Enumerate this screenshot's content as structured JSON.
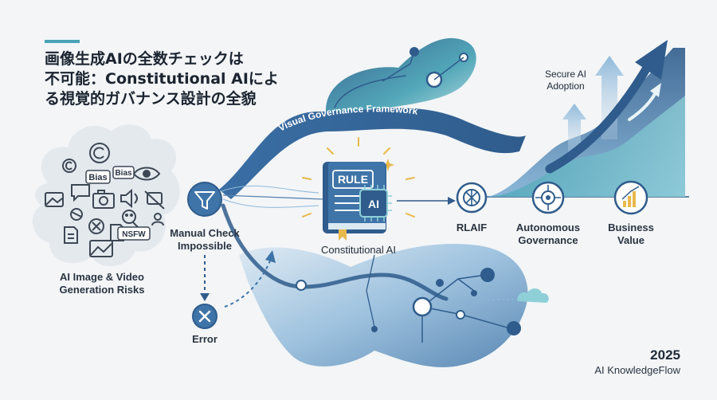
{
  "title": {
    "line1": "画像生成AIの全数チェックは",
    "line2": "不可能：Constitutional AIによ",
    "line3": "る視覚的ガバナンス設計の全貌"
  },
  "risk_cloud": {
    "badge_bias_1": "Bias",
    "badge_bias_2": "Bias",
    "badge_nsfw": "NSFW",
    "label_line1": "AI Image & Video",
    "label_line2": "Generation Risks"
  },
  "filter": {
    "label_line1": "Manual Check",
    "label_line2": "Impossible"
  },
  "error": {
    "label": "Error"
  },
  "framework_ribbon": "Visual Governance Framework",
  "book": {
    "rule_label": "RULE",
    "chip_label": "AI",
    "caption": "Constitutional AI"
  },
  "stages": {
    "rlaif": "RLAIF",
    "autonomous_line1": "Autonomous",
    "autonomous_line2": "Governance",
    "business_line1": "Business",
    "business_line2": "Value"
  },
  "secure": {
    "line1": "Secure AI",
    "line2": "Adoption"
  },
  "brand": {
    "year": "2025",
    "name": "AI KnowledgeFlow"
  },
  "colors": {
    "navy": "#2f5c8c",
    "blue": "#3f74a8",
    "teal": "#4aa3b5",
    "light_blue": "#8fb9da",
    "gold": "#e8b84a",
    "text": "#1b2430"
  },
  "icons": [
    "copyright-icon",
    "eye-icon",
    "image-icon",
    "camera-icon",
    "chat-icon",
    "speaker-icon",
    "face-icon",
    "no-camera-icon",
    "document-icon",
    "close-icon",
    "funnel-icon",
    "error-x-icon",
    "book-icon",
    "chip-icon",
    "network-icon",
    "target-icon",
    "bar-chart-icon",
    "cloud-icon",
    "arrow-up-icon"
  ]
}
